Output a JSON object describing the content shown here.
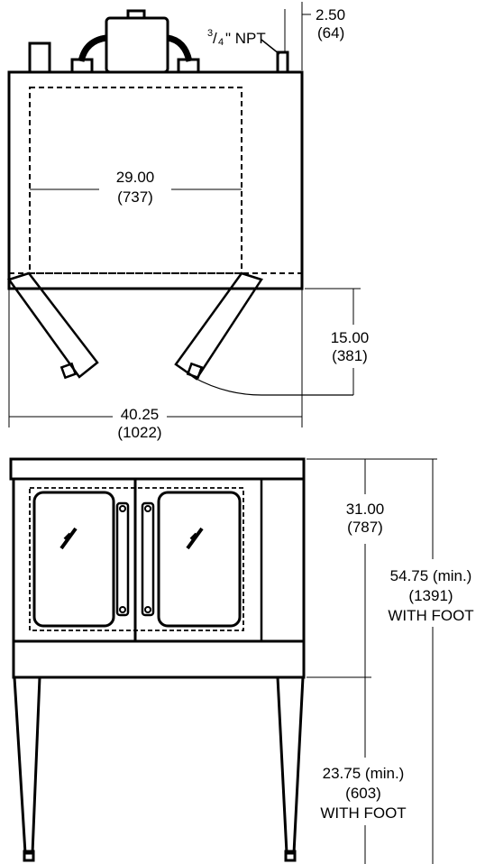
{
  "top_view": {
    "npt_fraction_num": "3",
    "npt_fraction_den": "4",
    "npt_suffix": "\" NPT",
    "offset_in": "2.50",
    "offset_mm": "(64)",
    "cavity_width_in": "29.00",
    "cavity_width_mm": "(737)",
    "door_swing_in": "15.00",
    "door_swing_mm": "(381)",
    "overall_width_in": "40.25",
    "overall_width_mm": "(1022)"
  },
  "front_view": {
    "body_height_in": "31.00",
    "body_height_mm": "(787)",
    "total_height_line1": "54.75 (min.)",
    "total_height_line2": "(1391)",
    "total_height_line3": "WITH FOOT",
    "leg_height_line1": "23.75 (min.)",
    "leg_height_line2": "(603)",
    "leg_height_line3": "WITH FOOT"
  }
}
